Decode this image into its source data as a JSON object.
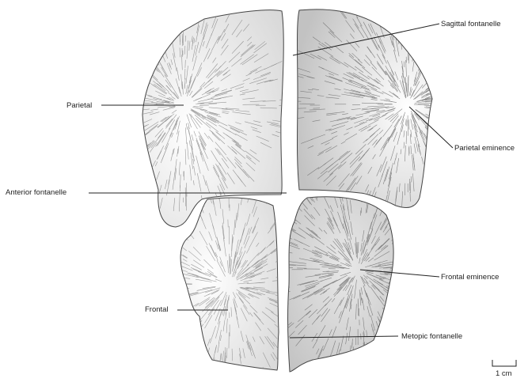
{
  "labels": {
    "sagittal_fontanelle": "Sagittal fontanelle",
    "parietal": "Parietal",
    "parietal_eminence": "Parietal eminence",
    "anterior_fontanelle": "Anterior fontanelle",
    "frontal_eminence": "Frontal eminence",
    "frontal": "Frontal",
    "metopic_fontanelle": "Metopic fontanelle"
  },
  "scale_bar": {
    "label": "1 cm"
  },
  "colors": {
    "bone_fill": "#f3f3f3",
    "hatch": "#7a7a7a",
    "outline": "#444444",
    "leader": "#222222"
  }
}
